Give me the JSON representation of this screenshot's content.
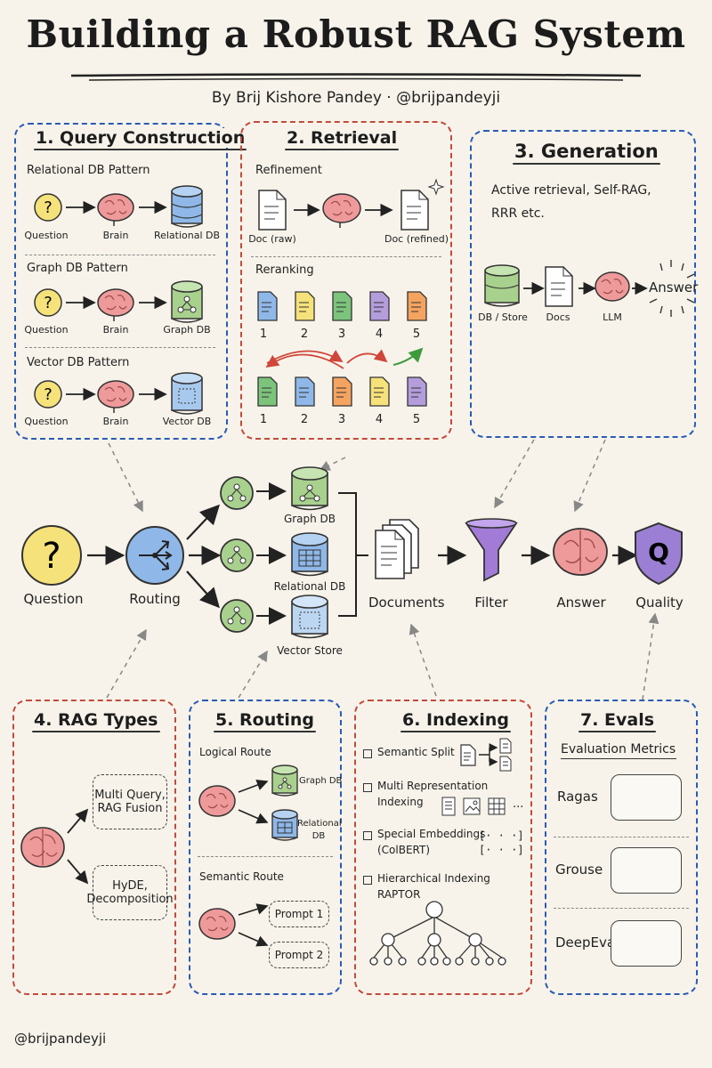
{
  "header": {
    "title": "Building a Robust RAG System",
    "subtitle": "By Brij Kishore Pandey · @brijpandeyji"
  },
  "query_construction": {
    "title": "1. Query Construction",
    "patterns": [
      {
        "name": "Relational DB Pattern",
        "labels": [
          "Question",
          "Brain",
          "Relational DB"
        ]
      },
      {
        "name": "Graph DB Pattern",
        "labels": [
          "Question",
          "Brain",
          "Graph DB"
        ]
      },
      {
        "name": "Vector DB Pattern",
        "labels": [
          "Question",
          "Brain",
          "Vector DB"
        ]
      }
    ]
  },
  "retrieval": {
    "title": "2. Retrieval",
    "refinement": {
      "label": "Refinement",
      "from": "Doc (raw)",
      "to": "Doc (refined)"
    },
    "reranking": {
      "label": "Reranking",
      "top_numbers": [
        "1",
        "2",
        "3",
        "4",
        "5"
      ],
      "bottom_numbers": [
        "1",
        "2",
        "3",
        "4",
        "5"
      ]
    }
  },
  "generation": {
    "title": "3. Generation",
    "description_line1": "Active retrieval, Self-RAG,",
    "description_line2": "RRR etc.",
    "labels": [
      "DB / Store",
      "Docs",
      "LLM"
    ],
    "answer": "Answer"
  },
  "main_flow": {
    "question": "Question",
    "routing": "Routing",
    "graph_db": "Graph DB",
    "relational_db": "Relational DB",
    "vector_store": "Vector Store",
    "documents": "Documents",
    "filter": "Filter",
    "answer": "Answer",
    "quality": "Quality",
    "question_mark": "?",
    "quality_mark": "Q"
  },
  "rag_types": {
    "title": "4. RAG Types",
    "option1_line1": "Multi Query,",
    "option1_line2": "RAG Fusion",
    "option2_line1": "HyDE,",
    "option2_line2": "Decomposition"
  },
  "routing_panel": {
    "title": "5. Routing",
    "logical_route": "Logical Route",
    "graph_db": "Graph DB",
    "relational_line1": "Relational",
    "relational_line2": "DB",
    "semantic_route": "Semantic Route",
    "prompt1": "Prompt 1",
    "prompt2": "Prompt 2"
  },
  "indexing": {
    "title": "6. Indexing",
    "items": [
      {
        "line1": "Semantic Split",
        "line2": ""
      },
      {
        "line1": "Multi Representation",
        "line2": "Indexing"
      },
      {
        "line1": "Special Embeddings",
        "line2": "(ColBERT)"
      },
      {
        "line1": "Hierarchical Indexing",
        "line2": "RAPTOR"
      }
    ],
    "ellipsis": "...",
    "embed_text": "[· · ·]"
  },
  "evals": {
    "title": "7. Evals",
    "subtitle": "Evaluation Metrics",
    "metrics": [
      "Ragas",
      "Grouse",
      "DeepEval"
    ]
  },
  "footer": {
    "handle": "@brijpandeyji"
  },
  "colors": {
    "blue_border": "#2a5bb5",
    "red_border": "#c24a3c",
    "question_yellow": "#f6e27a",
    "brain_pink": "#ef9a9a",
    "db_blue": "#8fb8e8",
    "graph_green": "#a9d18e",
    "filter_purple": "#a27bd6",
    "shield_purple": "#9b7fd4"
  }
}
